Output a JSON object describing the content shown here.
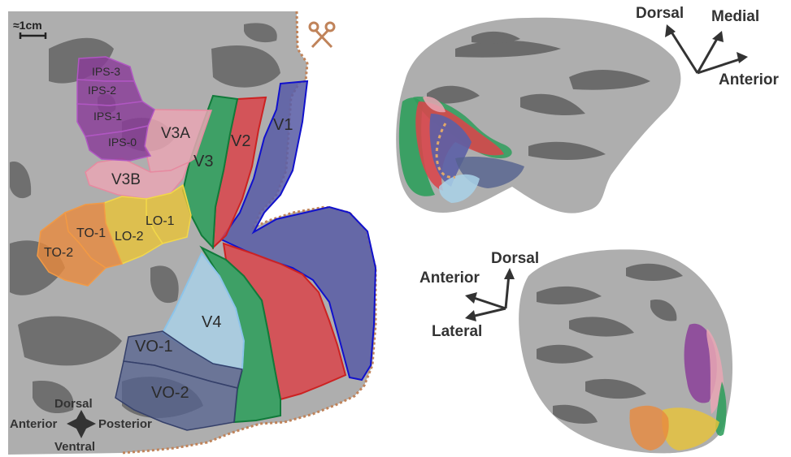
{
  "scale_bar": {
    "label": "≈1cm"
  },
  "flatmap": {
    "orientation": {
      "up": "Dorsal",
      "left": "Anterior",
      "right": "Posterior",
      "down": "Ventral"
    },
    "regions": {
      "v1": "V1",
      "v2": "V2",
      "v3": "V3",
      "v3a": "V3A",
      "v3b": "V3B",
      "v4": "V4",
      "lo1": "LO-1",
      "lo2": "LO-2",
      "to1": "TO-1",
      "to2": "TO-2",
      "vo1": "VO-1",
      "vo2": "VO-2",
      "ips0": "IPS-0",
      "ips1": "IPS-1",
      "ips2": "IPS-2",
      "ips3": "IPS-3"
    },
    "cut_icon": "scissors-icon"
  },
  "medial_view": {
    "axes": {
      "dorsal": "Dorsal",
      "medial": "Medial",
      "anterior": "Anterior"
    }
  },
  "lateral_view": {
    "axes": {
      "dorsal": "Dorsal",
      "anterior": "Anterior",
      "lateral": "Lateral"
    }
  },
  "colors": {
    "v1": "#5b5fa6",
    "v2": "#d9444a",
    "v3": "#2f9e5c",
    "v3a": "#e9a6b4",
    "v3b": "#e9a6b4",
    "v4": "#a9d2e9",
    "lo": "#e8c33a",
    "to": "#e98a3d",
    "vo": "#54628f",
    "ips": "#8a3c98",
    "cut": "#c0835a",
    "gyri": "#aeaeae",
    "sulci": "#6b6b6b",
    "arrows": "#333333"
  }
}
